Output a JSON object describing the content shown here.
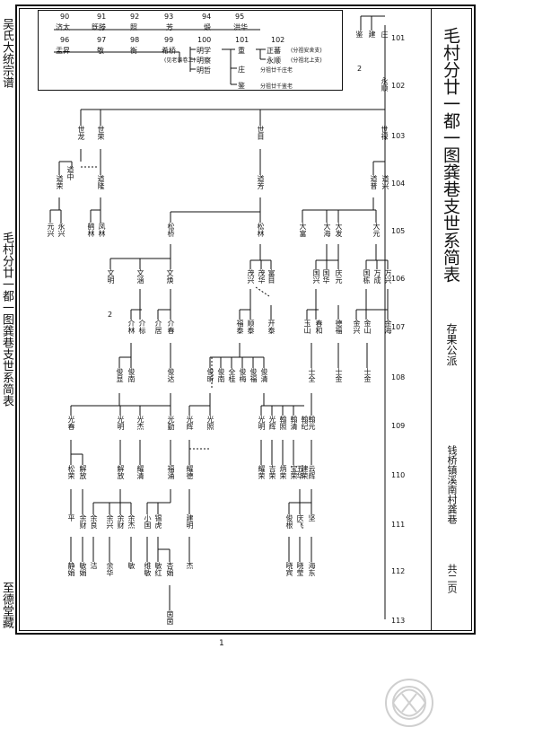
{
  "spine": {
    "top": "吴氏大统宗谱",
    "middle": "毛村分廿一都一图龚巷支世系简表",
    "bottom": "至德堂藏"
  },
  "right_column": {
    "title": "毛村分廿一都一图龚巷支世系简表",
    "branch": "存果公派",
    "location": "钱桥镇溪南村龚巷",
    "pages": "共二页"
  },
  "generations": [
    "101",
    "102",
    "103",
    "104",
    "105",
    "106",
    "107",
    "108",
    "109",
    "110",
    "111",
    "112",
    "113"
  ],
  "page_number": "1",
  "inset": {
    "gen_top": [
      "90",
      "91",
      "92",
      "93",
      "94",
      "95"
    ],
    "names_top": [
      "济太",
      "既滕",
      "照",
      "芳",
      "煅",
      "洪华"
    ],
    "gen_bottom": [
      "96",
      "97",
      "98",
      "99",
      "100",
      "101",
      "102"
    ],
    "names_bottom": [
      "盂昇",
      "敬",
      "衡",
      "希桥",
      "明学",
      "重",
      "正蕃"
    ],
    "names_sub": [
      "明察",
      "明哲",
      "庄",
      "鉴"
    ],
    "name_yongshun": "永顺",
    "notes": [
      "(见老谱卷二)",
      "(分祖安舍支)",
      "(分祖北上支)",
      "分祖廿千庄老",
      "分祖廿千鉴老"
    ]
  },
  "tree": {
    "g101": [
      "鉴",
      "建",
      "庄"
    ],
    "g102": [
      "永顺"
    ],
    "g103": [
      "世龙",
      "世荣",
      "世目",
      "世禄"
    ],
    "g104": [
      "道荣",
      "道中",
      "道隆",
      "道芳",
      "道普",
      "道兴"
    ],
    "g105": [
      "元兴",
      "永兴",
      "鹤林",
      "凤林",
      "松桥",
      "松林",
      "大富",
      "大海",
      "大发",
      "大元"
    ],
    "g106": [
      "文明",
      "文涵",
      "文焕",
      "茂兴",
      "茂华",
      "富目",
      "国兴",
      "国华",
      "庆元",
      "国栋",
      "万成",
      "万兴"
    ],
    "g107": [
      "介林",
      "介标",
      "介居",
      "介春",
      "福泰",
      "顺泰",
      "开泰",
      "玉山",
      "春和",
      "德福",
      "金兴",
      "金山",
      "金海"
    ],
    "g108": [
      "俊显",
      "俊南",
      "俊达",
      "俊昕",
      "俊南",
      "全桂",
      "俊梅",
      "俊福",
      "俊清",
      "士全",
      "士金",
      "士金"
    ],
    "g109": [
      "光春",
      "光明",
      "光杰",
      "光勤",
      "光辉",
      "光照",
      "光明",
      "光辉",
      "翰照",
      "翰清",
      "翰纪",
      "翰元"
    ],
    "g110": [
      "松荣",
      "解放",
      "解放",
      "耀清",
      "福涌",
      "耀德",
      "耀荣",
      "吉荣",
      "炳荣",
      "宝荣",
      "建荣",
      "五华",
      "云辉"
    ],
    "g111": [
      "平",
      "余财",
      "余良",
      "余兴",
      "余财",
      "余杰",
      "小国",
      "锡虎",
      "建明",
      "俊根",
      "庆飞",
      "坚"
    ],
    "g112": [
      "静娟",
      "敏娟",
      "洁",
      "余华",
      "敏",
      "维敏",
      "敏红",
      "杏娟",
      "杰",
      "晓宾",
      "晓莹",
      "海东"
    ],
    "g113": [
      "茵茵"
    ],
    "gen_note_2a": "2",
    "gen_note_2b": "2"
  }
}
